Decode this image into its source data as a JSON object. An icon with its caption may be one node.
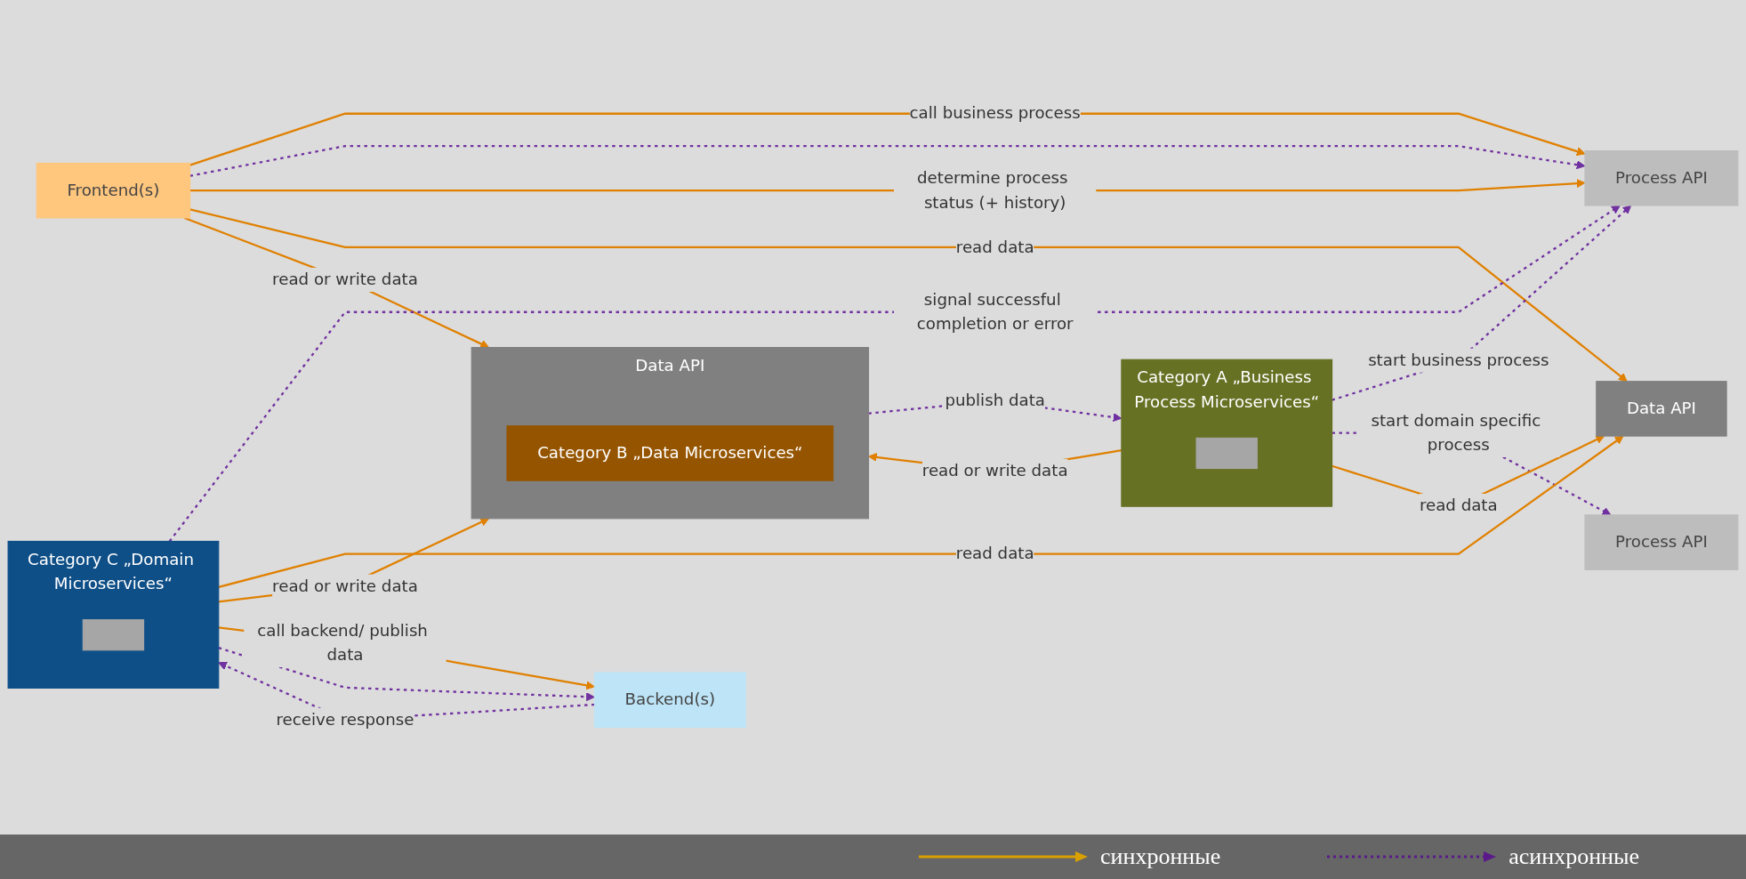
{
  "diagram": {
    "nodes": [
      {
        "text": [
          "Frontend(s)"
        ]
      },
      {
        "text": [
          "Process API"
        ]
      },
      {
        "text": [
          "Category A „Business Process Microservices“"
        ]
      },
      {
        "text": [],
        "shape": "box",
        "in": 2
      },
      {
        "text": [
          "Data API"
        ]
      },
      {
        "text": [
          "Category B „Data Microservices“"
        ],
        "in": 4
      },
      {
        "text": [
          "Data API"
        ]
      },
      {
        "text": [
          "Process API"
        ]
      },
      {
        "text": [
          "Category C „Domain Microservices“"
        ]
      },
      {
        "text": [],
        "shape": "box",
        "in": 8
      },
      {
        "text": [
          "Backend(s)"
        ]
      }
    ],
    "edges": [
      {
        "from": 0,
        "to": 1,
        "arrow": "to",
        "label": "call business process"
      },
      {
        "from": 0,
        "to": 1,
        "arrow": "to",
        "style": "dashed",
        "color": "#7030a0"
      },
      {
        "from": 0,
        "to": 1,
        "arrow": "to",
        "label": "determine process status (+ history)"
      },
      {
        "from": 2,
        "to": 1,
        "arrow": "to",
        "label": "start business process",
        "style": "dashed",
        "color": "#7030a0"
      },
      {
        "from": 4,
        "to": 2,
        "arrow": "to",
        "label": "publish data",
        "style": "dashed",
        "color": "#7030a0"
      },
      {
        "from": 2,
        "to": 4,
        "arrow": "to",
        "label": "read or write data"
      },
      {
        "from": 0,
        "to": 6,
        "arrow": "to",
        "label": "read data"
      },
      {
        "from": 0,
        "to": 4,
        "arrow": "to",
        "label": "read or write data"
      },
      {
        "from": 2,
        "to": 7,
        "arrow": "to",
        "label": "start domain specific process",
        "style": "dashed",
        "color": "#7030a0"
      },
      {
        "from": 2,
        "to": 6,
        "arrow": "to",
        "label": "read data"
      },
      {
        "from": 8,
        "to": 1,
        "arrow": "to",
        "label": "signal successful completion or error",
        "style": "dashed",
        "color": "#7030a0"
      },
      {
        "from": 8,
        "to": 6,
        "arrow": "to",
        "label": "read data"
      },
      {
        "from": 8,
        "to": 4,
        "arrow": "to",
        "label": "read or write data"
      },
      {
        "from": 8,
        "to": 10,
        "arrow": "to",
        "label": "call backend/ publish data"
      },
      {
        "from": 8,
        "to": 10,
        "arrow": "to",
        "style": "dashed",
        "color": "#7030a0"
      },
      {
        "from": 10,
        "to": 8,
        "arrow": "to",
        "label": "receive response",
        "style": "dashed",
        "color": "#7030a0"
      }
    ],
    "legend": [
      {
        "text": "синхронные"
      },
      {
        "text": "асинхронные"
      }
    ]
  }
}
